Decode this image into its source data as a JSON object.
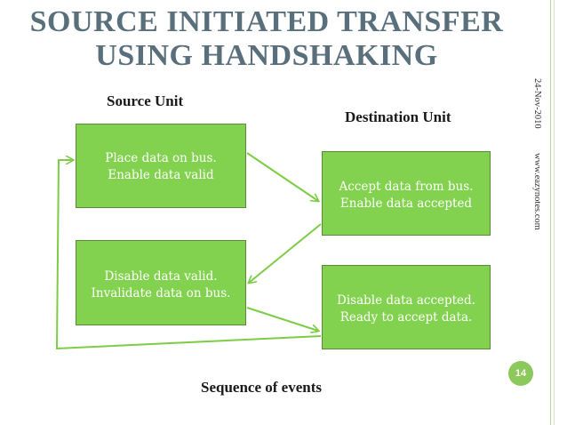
{
  "slide": {
    "title_line1": "SOURCE INITIATED TRANSFER",
    "title_line2": "USING HANDSHAKING",
    "date": "24-Nov-2010",
    "website": "www.eazynotes.com",
    "slide_number": "14",
    "caption": "Sequence of events"
  },
  "diagram": {
    "source_heading": "Source Unit",
    "destination_heading": "Destination Unit",
    "boxes": {
      "place_data": {
        "line1": "Place data on bus.",
        "line2": "Enable data valid"
      },
      "accept_data": {
        "line1": "Accept data from bus.",
        "line2": "Enable data accepted"
      },
      "disable_valid": {
        "line1": "Disable data valid.",
        "line2": "Invalidate data on bus."
      },
      "disable_accepted": {
        "line1": "Disable data accepted.",
        "line2": "Ready to accept data."
      }
    }
  },
  "colors": {
    "title": "#596f7c",
    "box_fill": "#82d24f",
    "arrow": "#7ccd45",
    "badge": "#8cc85c"
  }
}
